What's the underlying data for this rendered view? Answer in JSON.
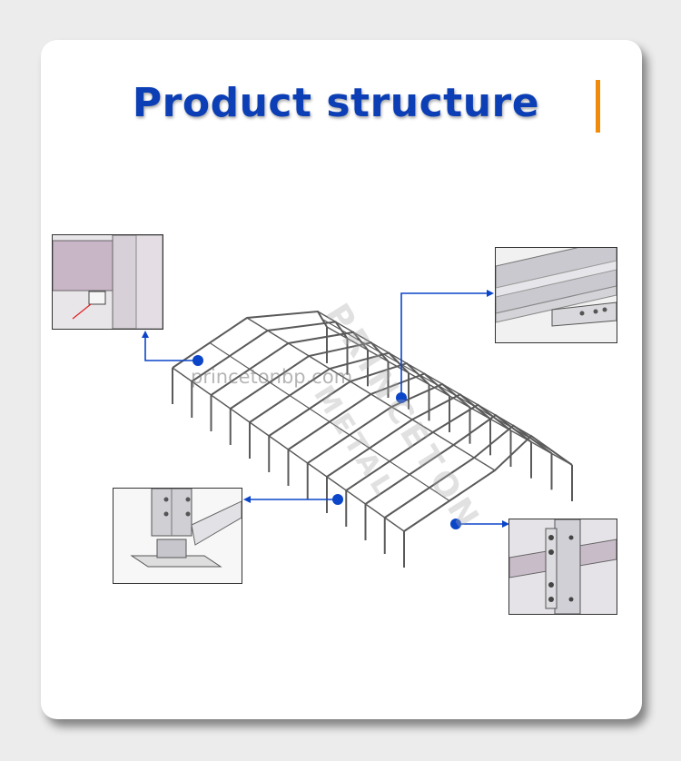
{
  "title": "Product structure",
  "watermark": "princetonbp.com",
  "brand_watermark_line1": "PRINCETON",
  "brand_watermark_line2": "METAL",
  "colors": {
    "title": "#0c3fb5",
    "accent_bar": "#f08c0a",
    "callout": "#0b45c8",
    "frame": "#555555"
  },
  "callouts": [
    {
      "name": "upper-left-detail",
      "icon": "wall-connector-detail"
    },
    {
      "name": "upper-right-detail",
      "icon": "roof-beam-joint-detail"
    },
    {
      "name": "lower-left-detail",
      "icon": "base-plate-detail"
    },
    {
      "name": "lower-right-detail",
      "icon": "column-purlin-joint-detail"
    }
  ]
}
